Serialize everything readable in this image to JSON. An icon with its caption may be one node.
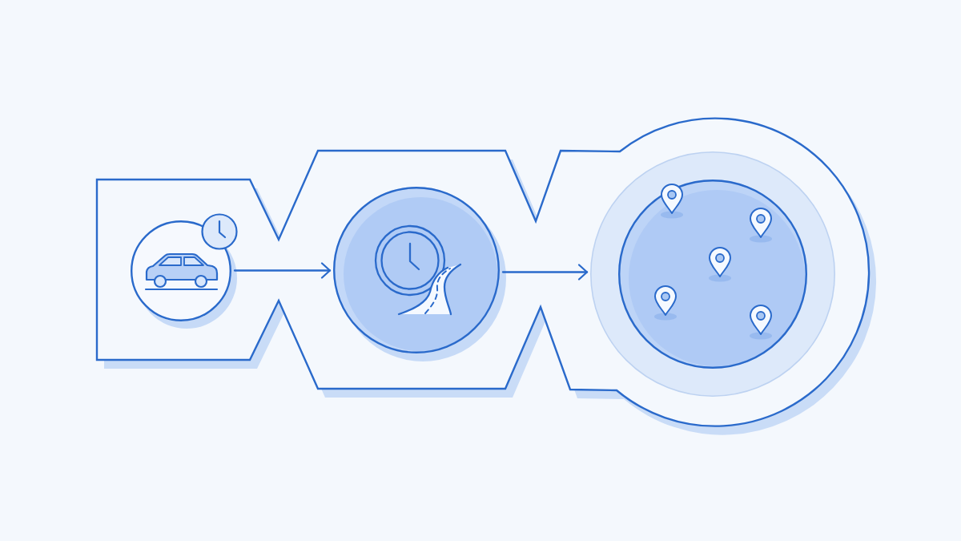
{
  "diagram": {
    "nodes": [
      {
        "text": [],
        "shape": "circle"
      },
      {
        "text": [],
        "shape": "circle"
      },
      {
        "text": [],
        "shape": "circle"
      }
    ],
    "edges": [
      {
        "from": 0,
        "to": 1,
        "arrow": "to"
      },
      {
        "from": 1,
        "to": 2,
        "arrow": "to"
      }
    ]
  }
}
